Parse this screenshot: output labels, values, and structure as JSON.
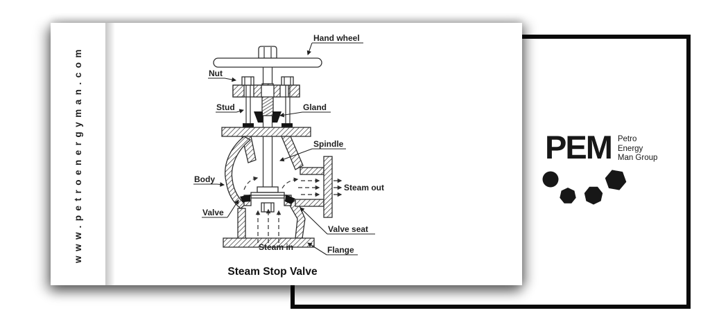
{
  "site": {
    "url": "www.petroenergyman.com"
  },
  "diagram": {
    "title": "Steam Stop Valve",
    "labels": {
      "hand_wheel": "Hand wheel",
      "nut": "Nut",
      "stud": "Stud",
      "gland": "Gland",
      "spindle": "Spindle",
      "body": "Body",
      "steam_out": "Steam out",
      "valve": "Valve",
      "valve_seat": "Valve seat",
      "steam_in": "Steam in",
      "flange": "Flange"
    }
  },
  "logo": {
    "acronym": "PEM",
    "name_lines": [
      "Petro",
      "Energy",
      "Man Group"
    ]
  },
  "colors": {
    "ink": "#1c1c1c",
    "frame_border": "#0b0b0b",
    "diagram_line": "#2e2e2e"
  }
}
